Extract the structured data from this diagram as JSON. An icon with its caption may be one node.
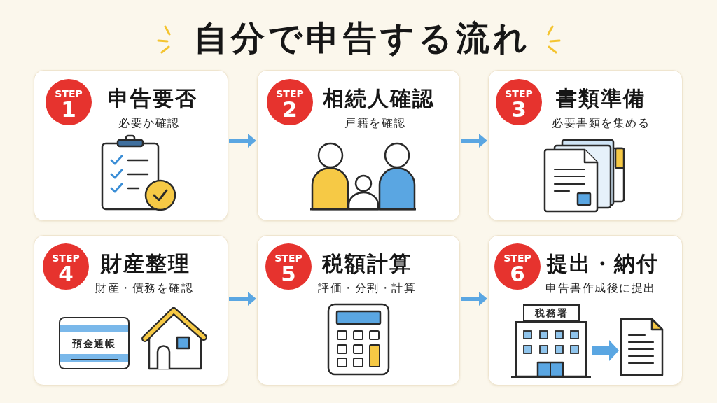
{
  "diagram": {
    "title": "自分で申告する流れ",
    "nodes": [
      {
        "text": [
          "申告要否",
          "必要か確認"
        ]
      },
      {
        "text": [
          "STEP",
          "1"
        ],
        "in": 0
      },
      {
        "text": [
          "相続人確認",
          "戸籍を確認"
        ]
      },
      {
        "text": [
          "STEP",
          "2"
        ],
        "in": 2
      },
      {
        "text": [
          "書類準備",
          "必要書類を集める"
        ]
      },
      {
        "text": [
          "STEP",
          "3"
        ],
        "in": 4
      },
      {
        "text": [
          "財産整理",
          "財産・債務を確認"
        ]
      },
      {
        "text": [
          "STEP",
          "4"
        ],
        "in": 6
      },
      {
        "text": [
          "預金通帳"
        ],
        "in": 6
      },
      {
        "text": [
          "税額計算",
          "評価・分割・計算"
        ]
      },
      {
        "text": [
          "STEP",
          "5"
        ],
        "in": 9
      },
      {
        "text": [
          "提出・納付",
          "申告書作成後に提出"
        ]
      },
      {
        "text": [
          "STEP",
          "6"
        ],
        "in": 11
      },
      {
        "text": [
          "税務署"
        ],
        "in": 11
      },
      {
        "text": [],
        "shape": "picture",
        "in": 11
      }
    ],
    "edges": [
      {
        "from": 0,
        "to": 2,
        "arrow": "to"
      },
      {
        "from": 2,
        "to": 4,
        "arrow": "to"
      },
      {
        "from": 6,
        "to": 9,
        "arrow": "to"
      },
      {
        "from": 9,
        "to": 11,
        "arrow": "to"
      },
      {
        "from": 13,
        "to": 14,
        "arrow": "to",
        "style": "thick"
      }
    ]
  }
}
